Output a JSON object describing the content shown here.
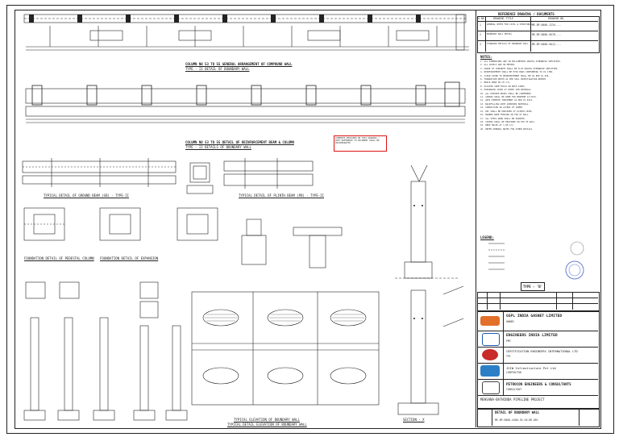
{
  "titles": {
    "plan1": "COLUMN NO 53 TO 55 GENERAL ARRANGEMENT OF COMPOUND WALL",
    "type1": "TYPE - II DETAIL OF BOUNDARY WALL",
    "plan2": "COLUMN NO 53 TO 55 DETAIL OF REINFORCEMENT BEAM & COLUMN",
    "type2": "TYPE - II DETAILS OF BOUNDARY WALL",
    "detail_a": "TYPICAL DETAIL OF GROUND BEAM (GB) - TYPE-II",
    "detail_b": "TYPICAL DETAIL OF PLINTH BEAM (PB) - TYPE-II",
    "foundation_a": "FOUNDATION DETAIL OF PEDESTAL COLUMN",
    "foundation_b": "FOUNDATION DETAIL OF EXPANSION",
    "elevation": "TYPICAL ELEVATION OF BOUNDARY WALL",
    "elevation2": "TYPICAL DETAIL ELEVATION OF BOUNDARY WALL",
    "section": "SECTION - X"
  },
  "comment_box": "COMMENTS PROVIDED ON THIS DRAWING / WITH REFERENCE TO DOCUMENT SHALL BE INCORPORATED",
  "reference_table": {
    "title": "REFERENCE DRAWING / DOCUMENTS",
    "headers": [
      "S.NO",
      "DRAWING TITLE",
      "DRAWING NO."
    ],
    "rows": [
      [
        "1",
        "GENERAL NOTES FOR CIVIL & STRUCTURAL",
        "ME-BP-0000-1234-..."
      ],
      [
        "2",
        "BOUNDARY WALL DETAIL",
        "ME-BP-0000-5678-..."
      ],
      [
        "3",
        "STANDARD DETAILS OF BOUNDARY WALL",
        "ME-BP-0000-9012-..."
      ]
    ]
  },
  "notes": {
    "title": "NOTES:",
    "lines": [
      "1. ALL DIMENSIONS ARE IN MILLIMETRES UNLESS OTHERWISE SPECIFIED.",
      "2. ALL LEVELS ARE IN METRES.",
      "3. GRADE OF CONCRETE SHALL BE M-25 UNLESS OTHERWISE SPECIFIED.",
      "4. REINFORCEMENT SHALL BE HYSD BARS CONFORMING TO IS 1786.",
      "5. CLEAR COVER TO REINFORCEMENT SHALL BE AS PER IS 456.",
      "6. FOUNDATION DEPTH AS PER SOIL INVESTIGATION REPORT.",
      "7. BRICK WORK IN CM 1:6.",
      "8. PLASTER 12MM THICK ON BOTH SIDES.",
      "9. EXPANSION JOINT AT EVERY 30M INTERVAL.",
      "10. ALL EXPOSED EDGES SHALL BE CHAMFERED.",
      "11. CURING SHALL BE DONE FOR MINIMUM 14 DAYS.",
      "12. ANTI-TERMITE TREATMENT AS PER IS 6313.",
      "13. BACKFILLING WITH APPROVED MATERIAL.",
      "14. COMPACTION IN LAYERS OF 200MM.",
      "15. DPC SHALL BE PROVIDED AT PLINTH LEVEL.",
      "16. BARBED WIRE FENCING ON TOP OF WALL.",
      "17. ALL STEEL WORK SHALL BE PAINTED.",
      "18. COPING SHALL BE PROVIDED ON TOP OF WALL.",
      "19. WEEP HOLES AT 1.5M C/C.",
      "20. REFER GENERAL NOTES FOR OTHER DETAILS."
    ],
    "legend_title": "LEGEND:"
  },
  "type_tag": "TYPE - 'B'",
  "companies": [
    {
      "name": "GSPL INDIA GASNET LIMITED",
      "sub": "OWNER",
      "color": "#e2702a"
    },
    {
      "name": "ENGINEERS INDIA LIMITED",
      "sub": "PMC",
      "color": "#1c57b5"
    },
    {
      "name": "CERTIFICATION ENGINEERS INTERNATIONAL LTD",
      "sub": "TPI",
      "color": "#c92a2a"
    },
    {
      "name": "JSIW Infrastructure Pvt Ltd",
      "sub": "CONTRACTOR",
      "color": "#2c7fc6"
    },
    {
      "name": "PETROCON ENGINEERS & CONSULTANTS",
      "sub": "CONSULTANT",
      "color": "#444444"
    }
  ],
  "project": "MEHSANA-BATHINDA PIPELINE PROJECT",
  "drawing_title": "DETAIL OF BOUNDARY WALL",
  "drawing_no": "ME-BP-0000-4400-55-CW-DR-001"
}
